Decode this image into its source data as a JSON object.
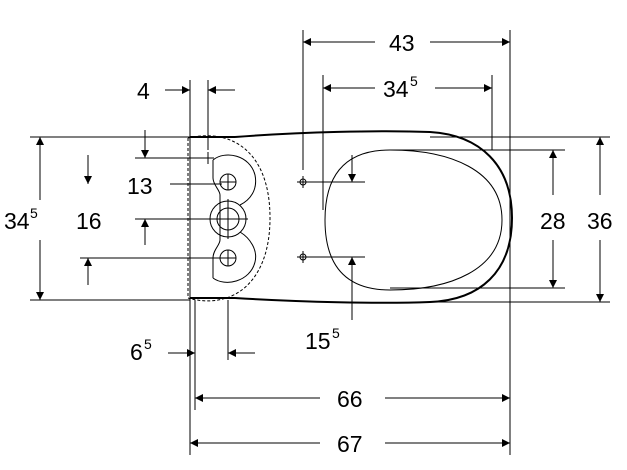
{
  "dimensions": {
    "d43": {
      "value": "43",
      "sup": ""
    },
    "d34_5_top": {
      "value": "34",
      "sup": "5"
    },
    "d4": {
      "value": "4",
      "sup": ""
    },
    "d13": {
      "value": "13",
      "sup": ""
    },
    "d16": {
      "value": "16",
      "sup": ""
    },
    "d34_5_left": {
      "value": "34",
      "sup": "5"
    },
    "d28": {
      "value": "28",
      "sup": ""
    },
    "d36": {
      "value": "36",
      "sup": ""
    },
    "d15_5": {
      "value": "15",
      "sup": "5"
    },
    "d6_5": {
      "value": "6",
      "sup": "5"
    },
    "d66": {
      "value": "66",
      "sup": ""
    },
    "d67": {
      "value": "67",
      "sup": ""
    }
  }
}
